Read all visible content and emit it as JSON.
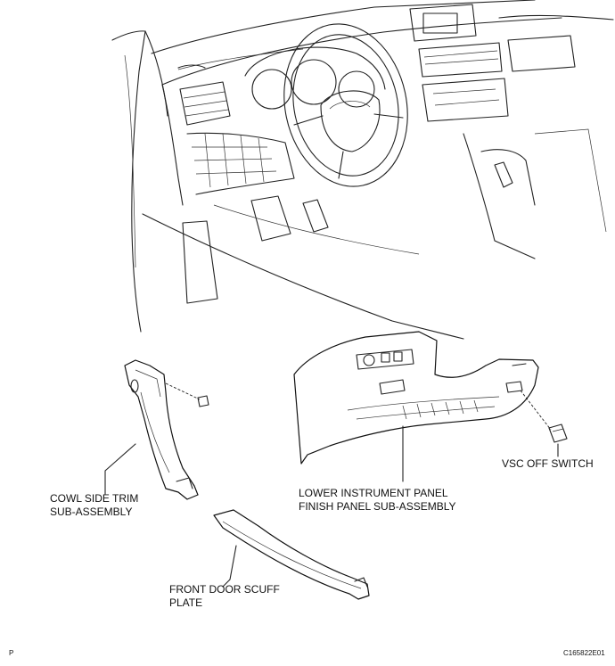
{
  "labels": {
    "cowl_side_trim_line1": "COWL SIDE TRIM",
    "cowl_side_trim_line2": "SUB-ASSEMBLY",
    "front_door_scuff_line1": "FRONT DOOR SCUFF",
    "front_door_scuff_line2": "PLATE",
    "lower_panel_line1": "LOWER INSTRUMENT PANEL",
    "lower_panel_line2": "FINISH PANEL SUB-ASSEMBLY",
    "vsc_off_switch": "VSC OFF SWITCH",
    "corner_left": "P",
    "corner_right": "C165822E01"
  }
}
